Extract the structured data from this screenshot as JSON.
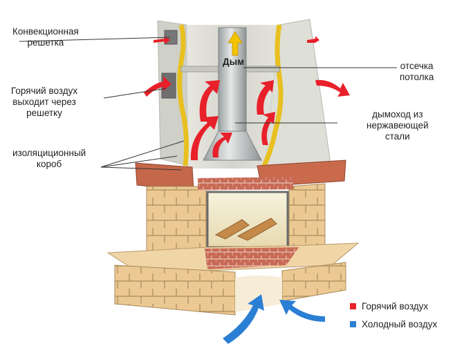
{
  "labels": {
    "convection_grille": "Конвекционная\nрешетка",
    "smoke": "Дым",
    "ceiling_cutoff": "отсечка\nпотолка",
    "hot_air_exits": "Горячий воздух\nвыходит через\nрешетку",
    "stainless_flue": "дымоход из\nнержавеющей\nстали",
    "insulation_box": "изоляциционный\nкороб"
  },
  "legend": [
    {
      "label": "Горячий воздух",
      "color": "#e8202a"
    },
    {
      "label": "Холодный воздух",
      "color": "#2a7fd4"
    }
  ],
  "colors": {
    "hot_air": "#e8202a",
    "cold_air": "#2a7fd4",
    "smoke": "#f5c400",
    "insulation": "#e8c020",
    "brick": "#e8c48e",
    "red_brick": "#c4674a",
    "casing": "#dcdcd4"
  }
}
